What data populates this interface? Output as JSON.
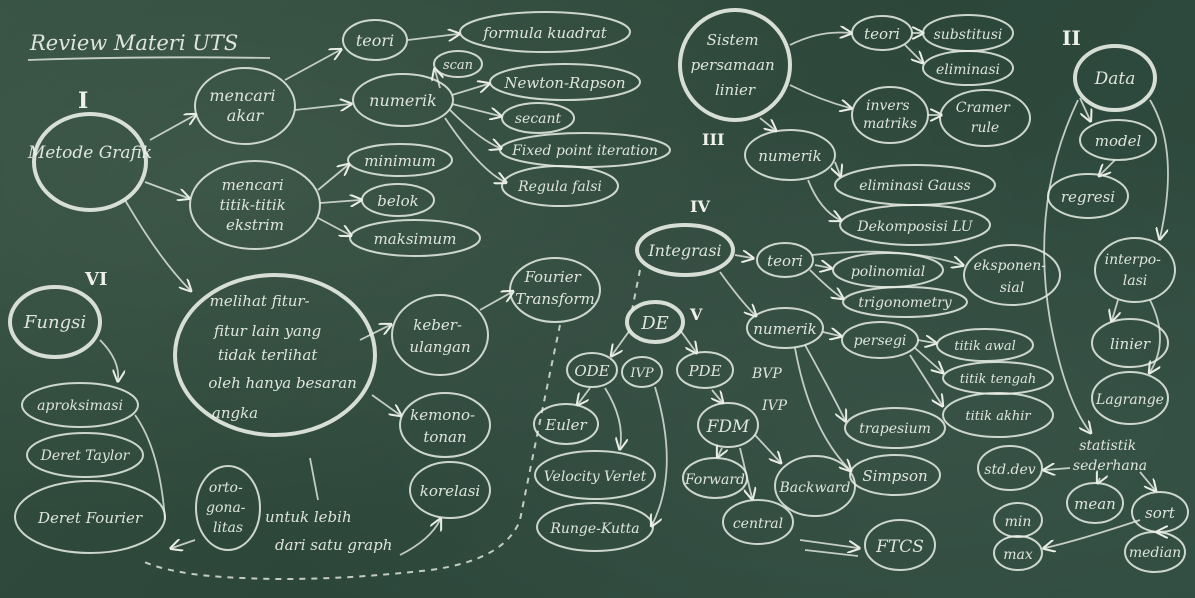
{
  "board": {
    "title": "Review Materi UTS",
    "section_I": {
      "numeral": "I",
      "root": "Metode Grafik",
      "mencari_akar": [
        "mencari",
        "akar"
      ],
      "teori": "teori",
      "formula": "formula kuadrat",
      "numerik": "numerik",
      "scan": "scan",
      "newton": "Newton-Rapson",
      "secant": "secant",
      "fixed_point": "Fixed point iteration",
      "regula": "Regula falsi",
      "titik_ekstrim": [
        "mencari",
        "titik-titik",
        "ekstrim"
      ],
      "minimum": "minimum",
      "belok": "belok",
      "maksimum": "maksimum",
      "melihat": [
        "melihat fitur-",
        "fitur lain yang",
        "tidak terlihat",
        "oleh hanya besaran",
        "angka"
      ],
      "keberulangan": [
        "keber-",
        "ulangan"
      ],
      "kemonotonan": [
        "kemono-",
        "tonan"
      ],
      "korelasi": "korelasi",
      "fourier_transform": [
        "Fourier",
        "Transform"
      ],
      "ortogonalitas": [
        "orto-",
        "gona-",
        "litas"
      ],
      "untuk_lebih": [
        "untuk lebih",
        "dari satu graph"
      ]
    },
    "section_VI": {
      "numeral": "VI",
      "root": "Fungsi",
      "aproksimasi": "aproksimasi",
      "taylor": "Deret Taylor",
      "fourier": "Deret Fourier"
    },
    "section_III": {
      "numeral": "III",
      "root": [
        "Sistem",
        "persamaan",
        "linier"
      ],
      "teori": "teori",
      "substitusi": "substitusi",
      "eliminasi": "eliminasi",
      "invers": [
        "invers",
        "matriks"
      ],
      "cramer": [
        "Cramer",
        "rule"
      ],
      "numerik": "numerik",
      "gauss": "eliminasi Gauss",
      "lu": "Dekomposisi LU"
    },
    "section_IV": {
      "numeral": "IV",
      "root": "Integrasi",
      "teori": "teori",
      "polinomial": "polinomial",
      "eksponensial": [
        "eksponen-",
        "sial"
      ],
      "trigonometry": "trigonometry",
      "numerik": "numerik",
      "persegi": "persegi",
      "titik_awal": "titik awal",
      "titik_tengah": "titik tengah",
      "titik_akhir": "titik akhir",
      "trapesium": "trapesium",
      "simpson": "Simpson"
    },
    "section_V": {
      "numeral": "V",
      "root": "DE",
      "ode": "ODE",
      "ivp": "IVP",
      "pde": "PDE",
      "bvp": "BVP",
      "ivp2": "IVP",
      "euler": "Euler",
      "verlet": "Velocity Verlet",
      "runge": "Runge-Kutta",
      "fdm": "FDM",
      "forward": "Forward",
      "backward": "Backward",
      "central": "central",
      "ftcs": "FTCS"
    },
    "section_II": {
      "numeral": "II",
      "root": "Data",
      "model": "model",
      "regresi": "regresi",
      "interpolasi": [
        "interpo-",
        "lasi"
      ],
      "linier": "linier",
      "lagrange": "Lagrange",
      "statistik": [
        "statistik",
        "sederhana"
      ],
      "std_dev": "std.dev",
      "mean": "mean",
      "sort": "sort",
      "min": "min",
      "max": "max",
      "median": "median"
    }
  }
}
